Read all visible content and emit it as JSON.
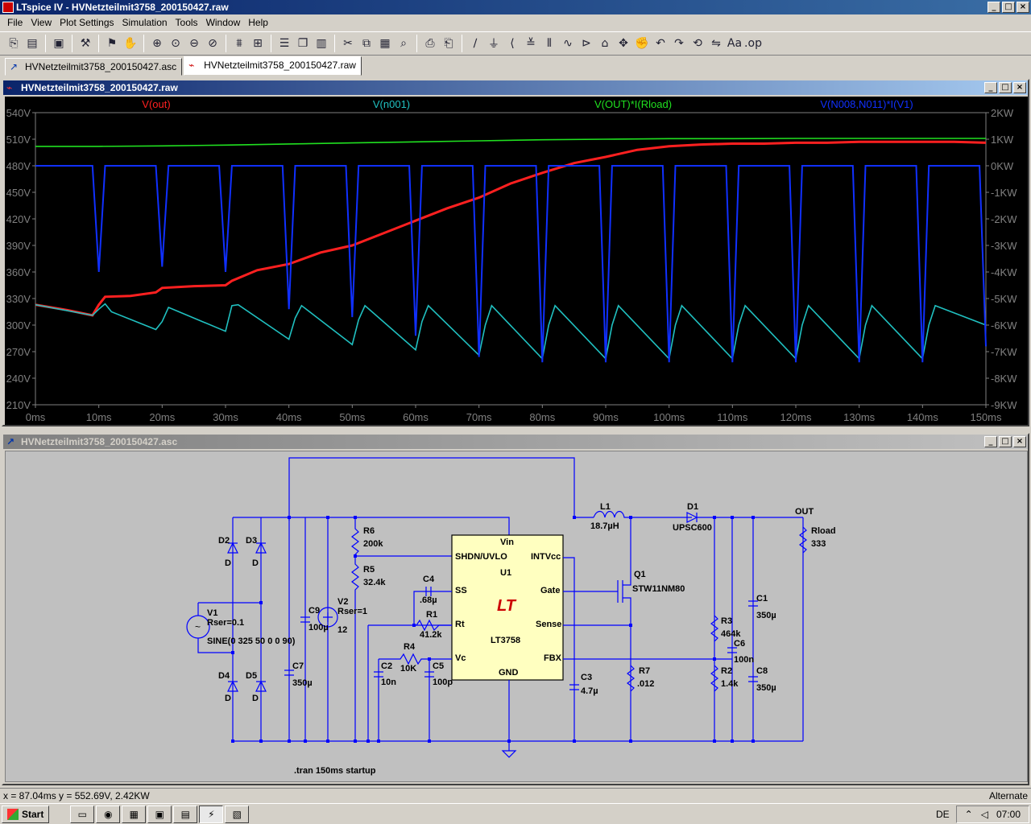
{
  "window": {
    "title": "LTspice IV - HVNetzteilmit3758_200150427.raw"
  },
  "menu": [
    "File",
    "View",
    "Plot Settings",
    "Simulation",
    "Tools",
    "Window",
    "Help"
  ],
  "tabs": [
    {
      "label": "HVNetzteilmit3758_200150427.asc",
      "active": false
    },
    {
      "label": "HVNetzteilmit3758_200150427.raw",
      "active": true
    }
  ],
  "plot_window": {
    "title": "HVNetzteilmit3758_200150427.raw"
  },
  "schematic_window": {
    "title": "HVNetzteilmit3758_200150427.asc"
  },
  "chart_data": {
    "type": "line",
    "x_unit": "ms",
    "xlim": [
      0,
      150
    ],
    "x_ticks": [
      "0ms",
      "10ms",
      "20ms",
      "30ms",
      "40ms",
      "50ms",
      "60ms",
      "70ms",
      "80ms",
      "90ms",
      "100ms",
      "110ms",
      "120ms",
      "130ms",
      "140ms",
      "150ms"
    ],
    "ylim_left": [
      210,
      540
    ],
    "y_ticks_left": [
      "540V",
      "510V",
      "480V",
      "450V",
      "420V",
      "390V",
      "360V",
      "330V",
      "300V",
      "270V",
      "240V",
      "210V"
    ],
    "ylim_right": [
      -9,
      2
    ],
    "y_ticks_right": [
      "2KW",
      "1KW",
      "0KW",
      "-1KW",
      "-2KW",
      "-3KW",
      "-4KW",
      "-5KW",
      "-6KW",
      "-7KW",
      "-8KW",
      "-9KW"
    ],
    "series": [
      {
        "name": "V(out)",
        "color": "#ff2020",
        "axis": "left",
        "x": [
          0,
          5,
          9,
          10,
          11,
          15,
          19,
          20,
          25,
          30,
          31,
          35,
          40,
          45,
          50,
          55,
          60,
          65,
          70,
          75,
          80,
          85,
          90,
          95,
          100,
          105,
          110,
          115,
          120,
          125,
          130,
          135,
          140,
          145,
          150
        ],
        "y": [
          323,
          317,
          311,
          323,
          332,
          333,
          337,
          342,
          344,
          345,
          350,
          362,
          369,
          382,
          390,
          404,
          418,
          432,
          444,
          460,
          472,
          483,
          490,
          498,
          502,
          504,
          505,
          505,
          506,
          506,
          507,
          507,
          507,
          507,
          506
        ]
      },
      {
        "name": "V(n001)",
        "color": "#20c0c0",
        "axis": "left",
        "x": [
          0,
          9,
          10,
          11,
          12,
          19,
          20,
          21,
          30,
          31,
          32,
          40,
          41,
          42,
          50,
          51,
          52,
          60,
          61,
          62,
          70,
          71,
          72,
          80,
          81,
          82,
          90,
          91,
          92,
          100,
          101,
          102,
          110,
          111,
          112,
          120,
          121,
          122,
          130,
          131,
          132,
          140,
          141,
          142,
          150
        ],
        "y": [
          323,
          311,
          318,
          324,
          315,
          295,
          304,
          320,
          293,
          322,
          323,
          284,
          308,
          322,
          278,
          306,
          322,
          272,
          304,
          322,
          266,
          300,
          322,
          262,
          300,
          322,
          262,
          300,
          322,
          262,
          300,
          322,
          262,
          300,
          322,
          262,
          300,
          322,
          262,
          300,
          322,
          262,
          300,
          322,
          300
        ]
      },
      {
        "name": "V(OUT)*I(Rload)",
        "color": "#20e020",
        "axis": "right",
        "x": [
          0,
          10,
          20,
          30,
          40,
          50,
          60,
          70,
          80,
          90,
          100,
          110,
          120,
          130,
          140,
          150
        ],
        "y": [
          0.73,
          0.73,
          0.75,
          0.78,
          0.82,
          0.86,
          0.9,
          0.94,
          0.98,
          1.0,
          1.02,
          1.02,
          1.03,
          1.03,
          1.03,
          1.03
        ]
      },
      {
        "name": "V(N008,N011)*I(V1)",
        "color": "#1030ff",
        "axis": "right",
        "x": [
          0,
          0.5,
          1,
          9,
          10,
          11,
          19,
          20,
          21,
          29,
          30,
          31,
          39,
          40,
          41,
          49,
          50,
          51,
          59,
          60,
          61,
          69,
          70,
          71,
          79,
          80,
          81,
          89,
          90,
          91,
          99,
          100,
          101,
          109,
          110,
          111,
          119,
          120,
          121,
          129,
          130,
          131,
          139,
          140,
          141,
          149,
          150
        ],
        "y": [
          0,
          0,
          0,
          0,
          -4,
          0,
          0,
          -3.8,
          0,
          0,
          -4.0,
          0,
          0,
          -5.4,
          0,
          0,
          -5.7,
          0,
          0,
          -6.4,
          0,
          0,
          -7.2,
          0,
          0,
          -7.4,
          0,
          0,
          -7.4,
          0,
          0,
          -7.4,
          0,
          0,
          -7.4,
          0,
          0,
          -7.4,
          0,
          0,
          -7.4,
          0,
          0,
          -7.4,
          0,
          0,
          -6.8
        ]
      }
    ]
  },
  "schematic": {
    "labels": {
      "D1": "D1",
      "D1_model": "UPSC600",
      "D2": "D2",
      "D3": "D3",
      "D4": "D4",
      "D5": "D5",
      "D": "D",
      "L1": "L1",
      "L1_val": "18.7µH",
      "Q1": "Q1",
      "Q1_model": "STW11NM80",
      "V1": "V1",
      "V1_rser": "Rser=0.1",
      "V1_src": "SINE(0 325 50 0 0 90)",
      "V2": "V2",
      "V2_rser": "Rser=1",
      "V2_val": "12",
      "C9": "C9",
      "C9_val": "100µ",
      "C7": "C7",
      "C7_val": "350µ",
      "R6": "R6",
      "R6_val": "200k",
      "R5": "R5",
      "R5_val": "32.4k",
      "C4": "C4",
      "C4_val": ".68µ",
      "R1": "R1",
      "R1_val": "41.2k",
      "R4": "R4",
      "R4_val": "10K",
      "C2": "C2",
      "C2_val": "10n",
      "C5": "C5",
      "C5_val": "100p",
      "C3": "C3",
      "C3_val": "4.7µ",
      "R7": "R7",
      "R7_val": ".012",
      "R3": "R3",
      "R3_val": "464k",
      "R2": "R2",
      "R2_val": "1.4k",
      "C6": "C6",
      "C6_val": "100n",
      "C1": "C1",
      "C1_val": "350µ",
      "C8": "C8",
      "C8_val": "350µ",
      "Rload": "Rload",
      "Rload_val": "333",
      "OUT": "OUT",
      "U1": "U1",
      "U1_model": "LT3758",
      "pin_vin": "Vin",
      "pin_shdn": "SHDN/UVLO",
      "pin_intvcc": "INTVcc",
      "pin_ss": "SS",
      "pin_gate": "Gate",
      "pin_rt": "Rt",
      "pin_sense": "Sense",
      "pin_vc": "Vc",
      "pin_fbx": "FBX",
      "pin_gnd": "GND",
      "directive": ".tran 150ms startup"
    }
  },
  "status": {
    "cursor": "x = 87.04ms    y = 552.69V, 2.42KW",
    "mode": "Alternate"
  },
  "taskbar": {
    "start_label": "Start",
    "lang": "DE",
    "clock": "07:00"
  }
}
